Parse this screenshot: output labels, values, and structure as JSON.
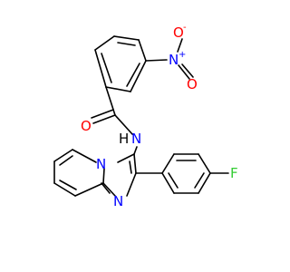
{
  "molecule": {
    "colors": {
      "bond": "#000000",
      "nitrogen": "#0000ff",
      "oxygen": "#ff0000",
      "fluorine": "#33cc33",
      "hydrogen": "#000000",
      "background": "#ffffff"
    },
    "atoms": {
      "nitro_n": {
        "symbol": "N",
        "charge": "+"
      },
      "nitro_o_minus": {
        "symbol": "O",
        "charge": "-"
      },
      "nitro_o": {
        "symbol": "O"
      },
      "carbonyl_o": {
        "symbol": "O"
      },
      "amide_n": {
        "symbol": "N"
      },
      "amide_h": {
        "symbol": "H"
      },
      "ring_n_bridgehead": {
        "symbol": "N"
      },
      "ring_n_imine": {
        "symbol": "N"
      },
      "fluorine": {
        "symbol": "F"
      }
    }
  }
}
